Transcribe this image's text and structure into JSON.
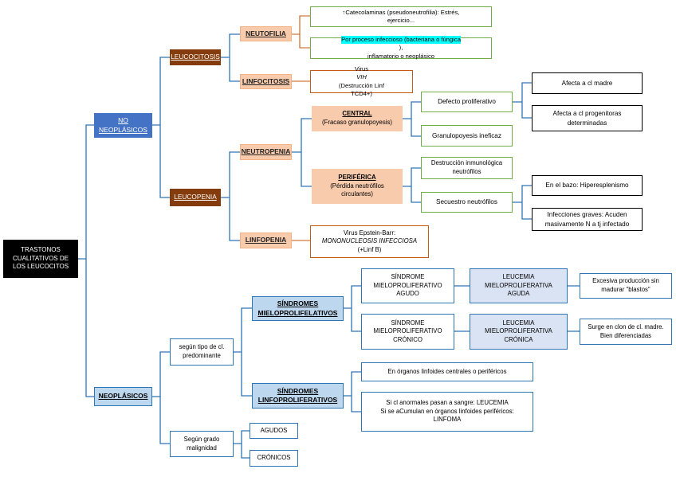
{
  "root": {
    "l1": "TRASTONOS",
    "l2": "CUALITATIVOS DE",
    "l3": "LOS LEUCOCITOS"
  },
  "no_neoplasicos": {
    "l1": "NO",
    "l2": "NEOPLÁSICOS"
  },
  "leucocitosis": "LEUCOCITOSIS",
  "neutrofilia": "NEUTOFILIA",
  "neutrofilia_c1": {
    "l1": "↑Catecolaminas (pseudoneutrofilia): Estrés,",
    "l2": "ejercicio..."
  },
  "neutrofilia_c2": {
    "hl": "Por proceso infeccioso (bacteriana o fúngica",
    "rest": "),",
    "l2": "inflamatorio o neoplásico"
  },
  "linfocitosis": "LINFOCITOSIS",
  "linfocitosis_c": {
    "a": "Virus ",
    "b": "VIH",
    "c": " (Destrucción Linf",
    "l2": "TCD4+)"
  },
  "leucopenia": "LEUCOPENIA",
  "neutropenia": "NEUTROPENIA",
  "central": {
    "t": "CENTRAL",
    "s": "(Fracaso granulopoyesis)"
  },
  "defecto": "Defecto proliferativo",
  "madre": "Afecta a cl madre",
  "progen": {
    "l1": "Afecta a cl progenitoras",
    "l2": "determinadas"
  },
  "ineficaz": "Granulopoyesis ineficaz",
  "periferica": {
    "t": "PERIFÉRICA",
    "l1": "(Pérdida neutrófilos",
    "l2": "circulantes)"
  },
  "destruccion": {
    "l1": "Destrucción inmunológica",
    "l2": "neutrófilos"
  },
  "secuestro": "Secuestro neutrófilos",
  "bazo": "En el bazo: Hiperesplenismo",
  "infecciones": {
    "l1": "Infecciones graves: Acuden",
    "l2": "masivamente N a tj infectado"
  },
  "linfopenia": "LINFOPENIA",
  "linfopenia_c": {
    "l1": "Virus Epstein-Barr:",
    "l2": "MONONUCLEOSIS INFECCIOSA",
    "l3": "(+Linf B)"
  },
  "neoplasicos": "NEOPLÁSICOS",
  "tipo": {
    "l1": "según tipo de cl.",
    "l2": "predominante"
  },
  "mielo": {
    "l1": "SÍNDROMES",
    "l2": "MIELOPROLIFELATIVOS"
  },
  "smp_agudo": {
    "l1": "SÍNDROME",
    "l2": "MIELOPROLIFERATIVO",
    "l3": "AGUDO"
  },
  "lmp_aguda": {
    "l1": "LEUCEMIA",
    "l2": "MIELOPROLIFERATIVA",
    "l3": "AGUDA"
  },
  "blastos": {
    "l1": "Excesiva producción sin",
    "l2": "madurar \"blastos\""
  },
  "smp_cronico": {
    "l1": "SÍNDROME",
    "l2": "MIELOPROLIFERATIVO",
    "l3": "CRÓNICO"
  },
  "lmp_cronica": {
    "l1": "LEUCEMIA",
    "l2": "MIELOPROLIFERATIVA",
    "l3": "CRÓNICA"
  },
  "clon": {
    "l1": "Surge en clon de cl. madre.",
    "l2": "Bien diferenciadas"
  },
  "linfo": {
    "l1": "SÍNDROMES",
    "l2": "LINFOPROLIFERATIVOS"
  },
  "organos": "En órganos linfoides centrales o periféricos",
  "leucemia_linfoma": {
    "l1": "Si cl anormales pasan a sangre: LEUCEMIA",
    "l2": "Si se aCumulan en órganos linfoides periféricos:",
    "l3": "LINFOMA"
  },
  "malignidad": {
    "l1": "Según grado",
    "l2": "malignidad"
  },
  "agudos": "AGUDOS",
  "cronicos": "CRÓNICOS",
  "colors": {
    "blue_lines": "#2e75b6",
    "orange": "#c55a11",
    "green": "#70ad47",
    "brown": "#843c0c",
    "peach": "#f8cbad",
    "dark_blue": "#4472c4",
    "light_blue": "#bdd7ee"
  }
}
